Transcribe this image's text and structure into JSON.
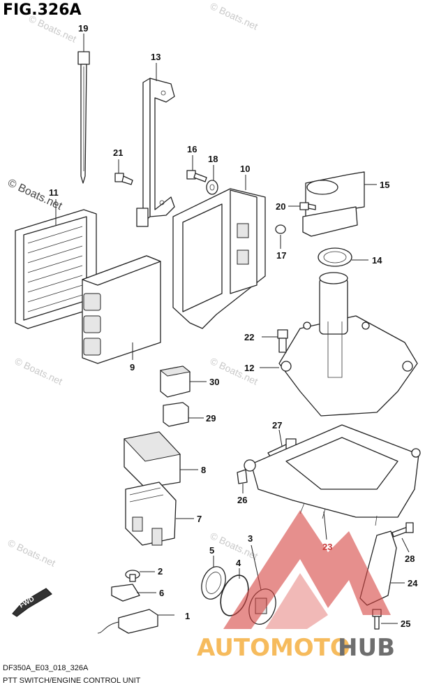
{
  "figure": {
    "title": "FIG.326A",
    "code": "DF350A_E03_018_326A",
    "caption": "PTT SWITCH/ENGINE CONTROL UNIT"
  },
  "callouts": {
    "c1": "1",
    "c2": "2",
    "c3": "3",
    "c4": "4",
    "c5": "5",
    "c6": "6",
    "c7": "7",
    "c8": "8",
    "c9": "9",
    "c10": "10",
    "c11": "11",
    "c12": "12",
    "c13": "13",
    "c14": "14",
    "c15": "15",
    "c16": "16",
    "c17": "17",
    "c18": "18",
    "c19": "19",
    "c20": "20",
    "c21": "21",
    "c22": "22",
    "c23": "23",
    "c24": "24",
    "c25": "25",
    "c26": "26",
    "c27": "27",
    "c28": "28",
    "c29": "29",
    "c30": "30"
  },
  "direction_label": "FWD",
  "watermarks": {
    "small": "© Boats.net",
    "large": "© Boats.net"
  },
  "brand": {
    "part1": "AUTOMOTO",
    "part2": "HUB",
    "color_orange": "#f5b041",
    "color_red": "#d64541",
    "color_dark": "#555555"
  }
}
